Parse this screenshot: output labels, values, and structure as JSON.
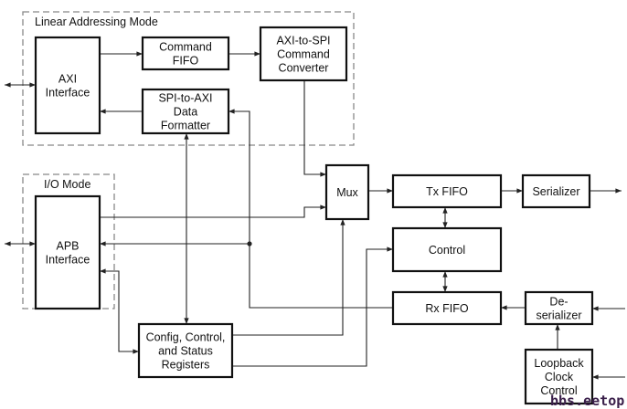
{
  "regions": {
    "linear": "Linear Addressing Mode",
    "io": "I/O Mode"
  },
  "blocks": {
    "axi": [
      "AXI",
      "Interface"
    ],
    "cmd_fifo": [
      "Command",
      "FIFO"
    ],
    "axi_to_spi": [
      "AXI-to-SPI",
      "Command",
      "Converter"
    ],
    "spi_to_axi": [
      "SPI-to-AXI",
      "Data",
      "Formatter"
    ],
    "apb": [
      "APB",
      "Interface"
    ],
    "mux": [
      "Mux"
    ],
    "tx_fifo": [
      "Tx FIFO"
    ],
    "serializer": [
      "Serializer"
    ],
    "control": [
      "Control"
    ],
    "rx_fifo": [
      "Rx FIFO"
    ],
    "deserializer": [
      "De-",
      "serializer"
    ],
    "loopback": [
      "Loopback",
      "Clock",
      "Control"
    ],
    "config": [
      "Config, Control,",
      "and Status",
      "Registers"
    ]
  },
  "watermark": "bbs.eetop.cn"
}
